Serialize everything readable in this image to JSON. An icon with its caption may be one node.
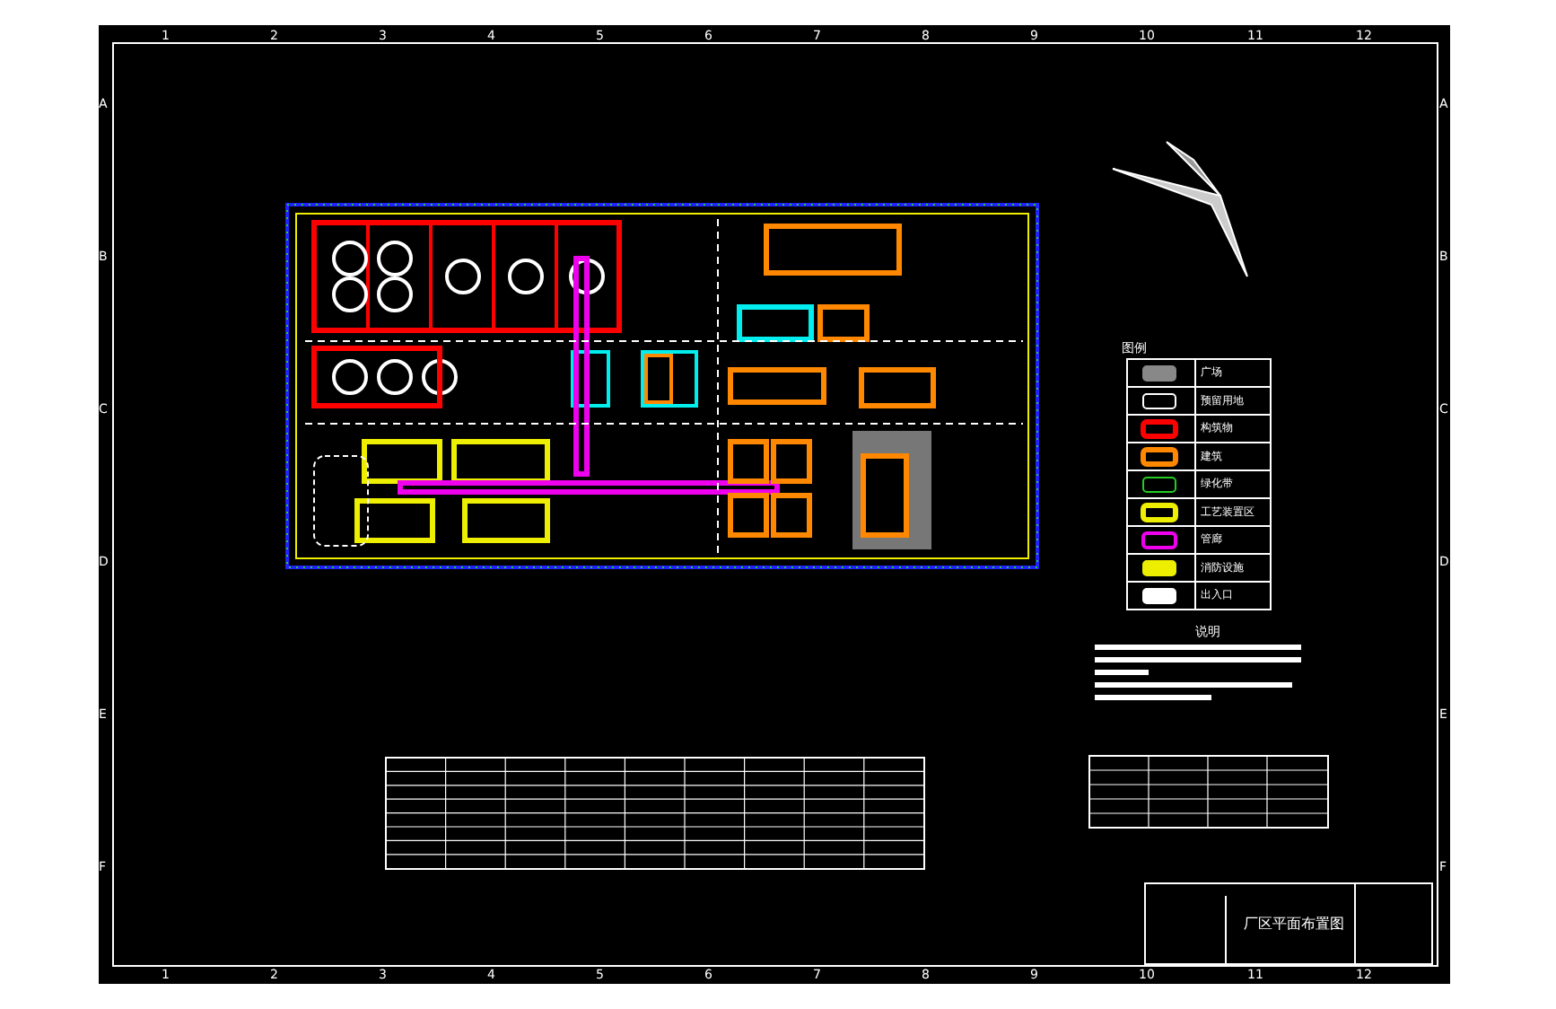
{
  "diagram": {
    "title": "厂区平面布置图",
    "labels": [
      "1",
      "2",
      "3",
      "4",
      "5",
      "6",
      "7",
      "8",
      "9",
      "10",
      "11",
      "12",
      "A",
      "B",
      "C",
      "D",
      "E",
      "F",
      "A",
      "B",
      "C",
      "D",
      "E",
      "F",
      "1",
      "2",
      "3",
      "4",
      "5",
      "6",
      "7",
      "8",
      "9",
      "10",
      "11",
      "12",
      "图例",
      "说明"
    ],
    "legend": [
      {
        "text": "广场"
      },
      {
        "text": "预留用地"
      },
      {
        "text": "构筑物"
      },
      {
        "text": "建筑"
      },
      {
        "text": "绿化带"
      },
      {
        "text": "工艺装置区"
      },
      {
        "text": "管廊"
      },
      {
        "text": "消防设施"
      },
      {
        "text": "出入口"
      }
    ]
  }
}
